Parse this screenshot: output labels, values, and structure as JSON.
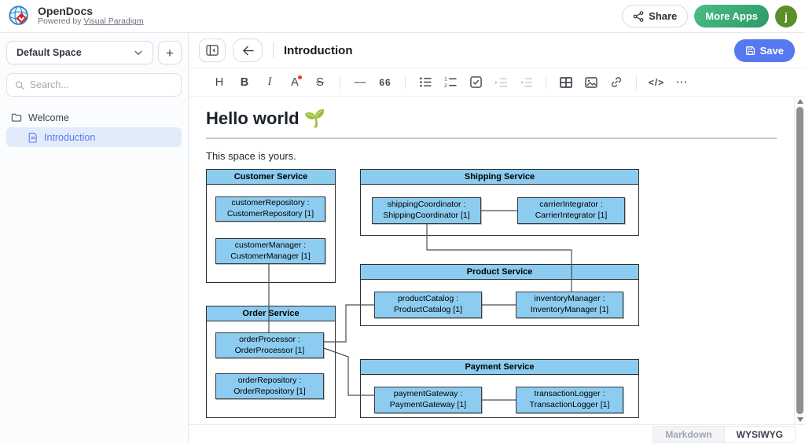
{
  "header": {
    "app_name": "OpenDocs",
    "powered_by_prefix": "Powered by",
    "powered_by_link": "Visual Paradigm",
    "share_label": "Share",
    "more_apps_label": "More Apps",
    "avatar_initial": "j"
  },
  "sidebar": {
    "space_selector": "Default Space",
    "add_label": "+",
    "search_placeholder": "Search...",
    "tree": [
      {
        "label": "Welcome",
        "type": "folder"
      },
      {
        "label": "Introduction",
        "type": "page",
        "selected": true
      }
    ]
  },
  "doc_header": {
    "title": "Introduction",
    "save_label": "Save"
  },
  "toolbar": {
    "heading": "H",
    "bold": "B",
    "italic": "I",
    "font_color": "A",
    "strikethrough": "S",
    "hr": "—",
    "quote": "66",
    "code": "</>",
    "more": "⋯"
  },
  "editor": {
    "heading": "Hello world 🌱",
    "paragraph": "This space is yours."
  },
  "diagram": {
    "accent_fill": "#8cccf0",
    "services": [
      {
        "title": "Customer Service"
      },
      {
        "title": "Shipping Service"
      },
      {
        "title": "Product Service"
      },
      {
        "title": "Order Service"
      },
      {
        "title": "Payment Service"
      }
    ],
    "components": [
      {
        "label": "customerRepository :\nCustomerRepository [1]"
      },
      {
        "label": "customerManager :\nCustomerManager [1]"
      },
      {
        "label": "shippingCoordinator :\nShippingCoordinator [1]"
      },
      {
        "label": "carrierIntegrator :\nCarrierIntegrator [1]"
      },
      {
        "label": "productCatalog :\nProductCatalog [1]"
      },
      {
        "label": "inventoryManager :\nInventoryManager [1]"
      },
      {
        "label": "orderProcessor :\nOrderProcessor [1]"
      },
      {
        "label": "orderRepository :\nOrderRepository [1]"
      },
      {
        "label": "paymentGateway :\nPaymentGateway [1]"
      },
      {
        "label": "transactionLogger :\nTransactionLogger [1]"
      }
    ]
  },
  "footer": {
    "markdown_label": "Markdown",
    "wysiwyg_label": "WYSIWYG"
  }
}
